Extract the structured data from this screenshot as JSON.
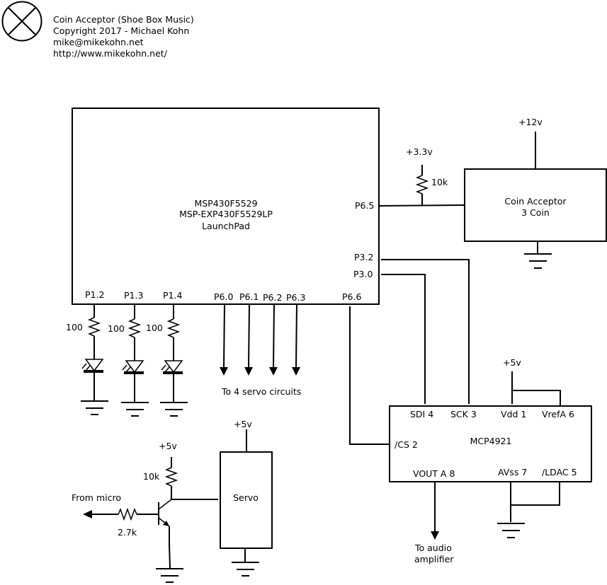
{
  "header": {
    "lines": [
      "Coin Acceptor (Shoe Box Music)",
      "Copyright 2017 - Michael Kohn",
      "mike@mikekohn.net",
      "http://www.mikekohn.net/"
    ]
  },
  "mcu": {
    "title_lines": [
      "MSP430F5529",
      "MSP-EXP430F5529LP",
      "LaunchPad"
    ],
    "pins": {
      "p12": "P1.2",
      "p13": "P1.3",
      "p14": "P1.4",
      "p60": "P6.0",
      "p61": "P6.1",
      "p62": "P6.2",
      "p63": "P6.3",
      "p66": "P6.6",
      "p65": "P6.5",
      "p32": "P3.2",
      "p30": "P3.0"
    }
  },
  "led_resistors": [
    "100",
    "100",
    "100"
  ],
  "servo_note": "To 4 servo circuits",
  "coin_acceptor": {
    "lines": [
      "Coin Acceptor",
      "3 Coin"
    ],
    "supply": "+12v",
    "pullup_supply": "+3.3v",
    "pullup_value": "10k"
  },
  "dac": {
    "name": "MCP4921",
    "pins": {
      "sdi": "SDI 4",
      "sck": "SCK 3",
      "vdd": "Vdd 1",
      "vref": "VrefA 6",
      "cs": "/CS 2",
      "vout": "VOUT A 8",
      "avss": "AVss 7",
      "ldac": "/LDAC 5"
    },
    "supply": "+5v",
    "output_lines": [
      "To audio",
      "amplifier"
    ]
  },
  "servo_circuit": {
    "label": "Servo",
    "servo_supply": "+5v",
    "pullup_supply": "+5v",
    "pullup_value": "10k",
    "base_resistor": "2.7k",
    "input_label": "From micro"
  }
}
